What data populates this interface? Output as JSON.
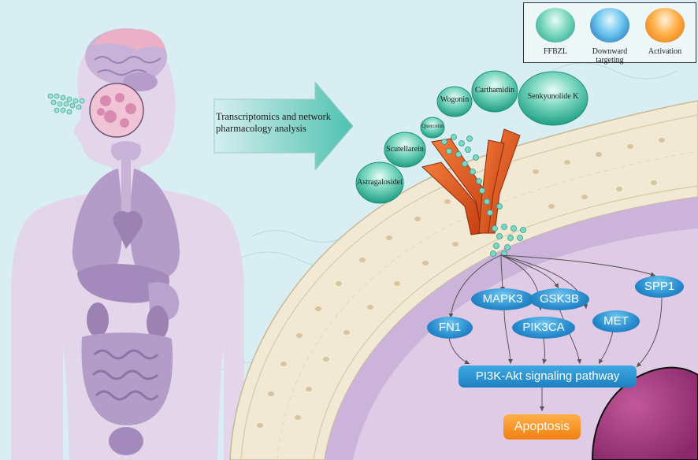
{
  "legend": {
    "items": [
      {
        "label": "FFBZL",
        "color": "#2db89a"
      },
      {
        "label": "Downward targeting",
        "color": "#2b8fd0"
      },
      {
        "label": "Activation",
        "color": "#f38a1d"
      }
    ]
  },
  "analysis_label": "Transcriptomics and network pharmacology analysis",
  "compounds": [
    "Astragalosidei",
    "Scutellarein",
    "Quercetin",
    "Wogonin",
    "Carthamidin",
    "Senkyunolide K"
  ],
  "genes": [
    "MAPK3",
    "GSK3B",
    "SPP1",
    "FN1",
    "PIK3CA",
    "MET"
  ],
  "pathway": "PI3K-Akt signaling pathway",
  "outcome": "Apoptosis",
  "colors": {
    "background": "#d9eef2",
    "body_silhouette": "#e3d6ea",
    "organs": "#b39cc7",
    "membrane": "#f2e9d4",
    "cytoplasm": "#ccb3d9",
    "receptor": "#e2541f",
    "compound": "#2db89a",
    "gene": "#2b8fd0",
    "outcome": "#f38a1d"
  }
}
